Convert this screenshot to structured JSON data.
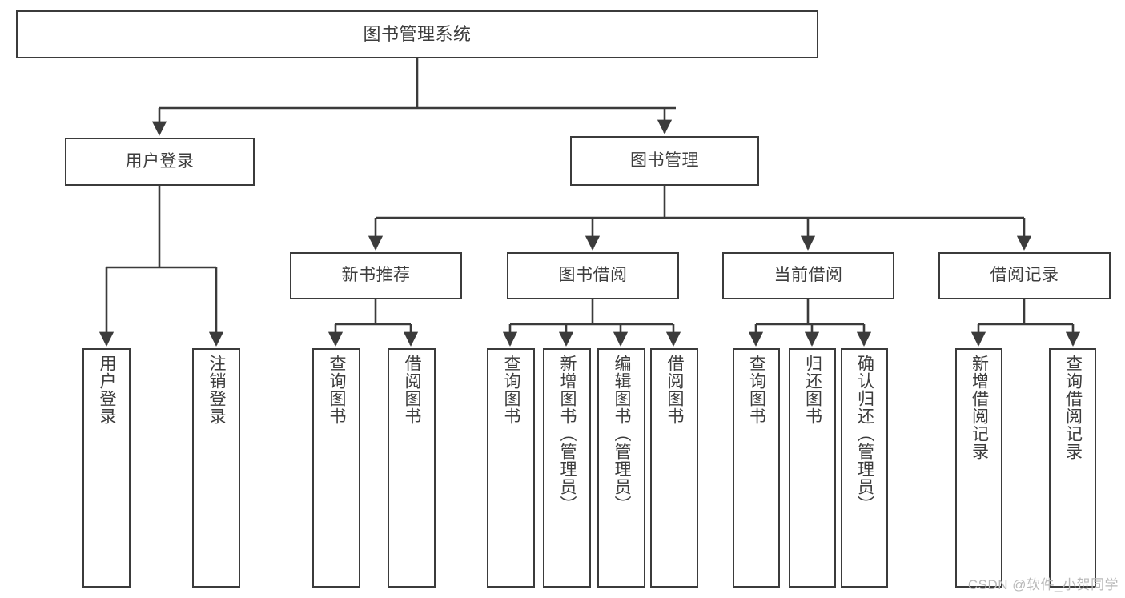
{
  "diagram": {
    "title": "图书管理系统",
    "type": "tree-hierarchy",
    "watermark": "CSDN @软件_小贺同学",
    "colors": {
      "stroke": "#3b3b3b",
      "text": "#3d3d3d",
      "background": "#ffffff",
      "watermark": "#b9b9b9"
    },
    "nodes": {
      "root": "图书管理系统",
      "level2": {
        "user_login": "用户登录",
        "book_manage": "图书管理"
      },
      "level3": {
        "new_book_recommend": "新书推荐",
        "book_borrow": "图书借阅",
        "current_borrow": "当前借阅",
        "borrow_record": "借阅记录"
      },
      "leaves": {
        "user_login_child_1": "用户登录",
        "user_login_child_2": "注销登录",
        "new_book_child_1": "查询图书",
        "new_book_child_2": "借阅图书",
        "book_borrow_child_1": "查询图书",
        "book_borrow_child_2": "新增图书（管理员）",
        "book_borrow_child_3": "编辑图书（管理员）",
        "book_borrow_child_4": "借阅图书",
        "current_borrow_child_1": "查询图书",
        "current_borrow_child_2": "归还图书",
        "current_borrow_child_3": "确认归还（管理员）",
        "borrow_record_child_1": "新增借阅记录",
        "borrow_record_child_2": "查询借阅记录"
      }
    }
  }
}
